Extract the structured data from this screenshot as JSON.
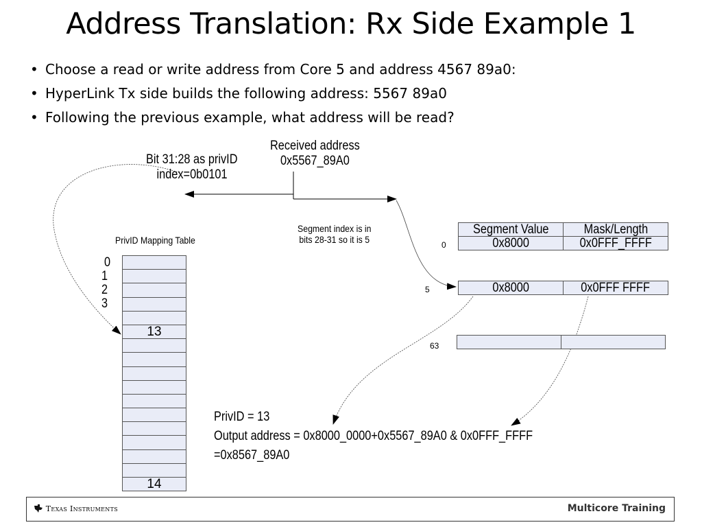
{
  "title": "Address Translation: Rx Side Example 1",
  "bullets": [
    "Choose a read or write address from Core 5 and address 4567 89a0:",
    "HyperLink Tx side builds the following address: 5567 89a0",
    "Following the previous example, what address will be read?"
  ],
  "diagram": {
    "received_address_line1": "Received address",
    "received_address_line2": "0x5567_89A0",
    "privid_bits_line1": "Bit 31:28 as privID",
    "privid_bits_line2": "index=0b0101",
    "segment_note_line1": "Segment index is in",
    "segment_note_line2": "bits 28-31 so it is 5",
    "privid_table_title": "PrivID Mapping Table",
    "privid_indices": [
      "0",
      "1",
      "2",
      "3"
    ],
    "privid_row_13": "13",
    "privid_row_14": "14",
    "segment_table": {
      "header_value": "Segment Value",
      "header_mask": "Mask/Length",
      "row0_index": "0",
      "row0_value": "0x8000",
      "row0_mask": "0x0FFF_FFFF",
      "row5_index": "5",
      "row5_value": "0x8000",
      "row5_mask": "0x0FFF FFFF",
      "row63_index": "63",
      "row63_value": "",
      "row63_mask": ""
    },
    "output_line1": "PrivID = 13",
    "output_line2": "Output address = 0x8000_0000+0x5567_89A0 & 0x0FFF_FFFF",
    "output_line3": "=0x8567_89A0"
  },
  "footer": {
    "logo_text": "Texas Instruments",
    "logo_icon": "texas-instruments-logo-icon",
    "right_text": "Multicore Training"
  }
}
